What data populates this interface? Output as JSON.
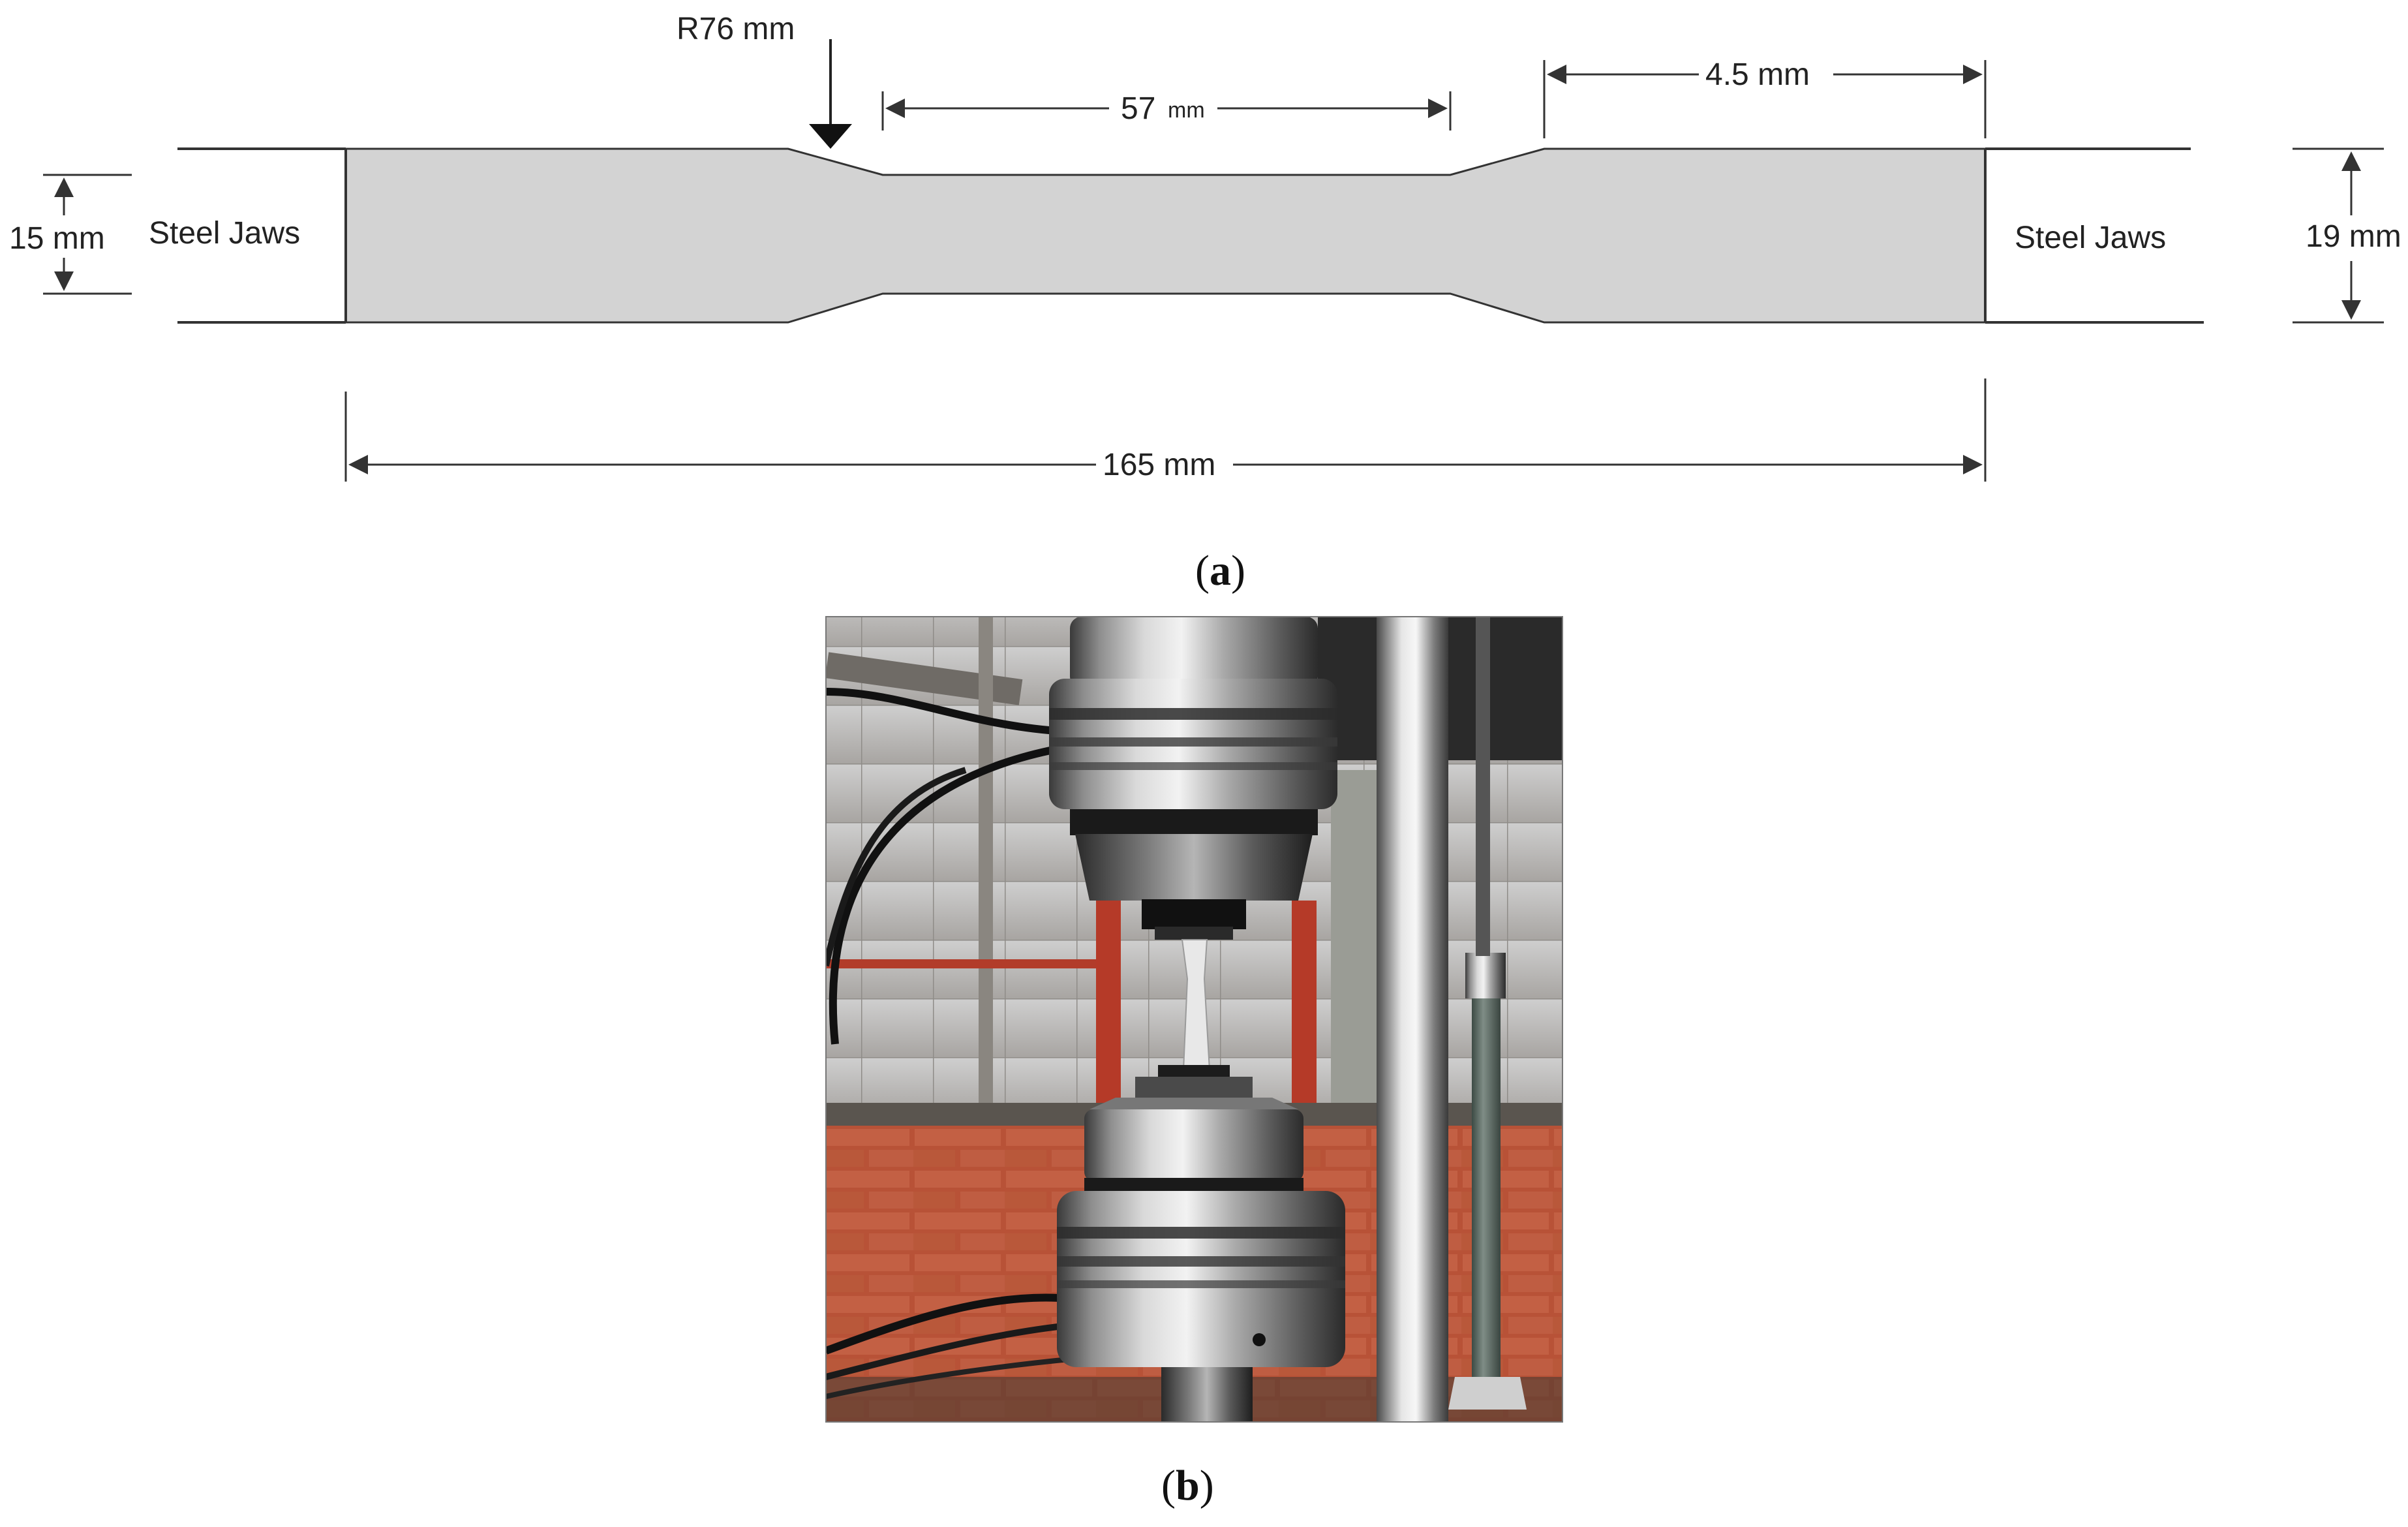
{
  "diagram": {
    "radius_label": "R76 mm",
    "gauge_length": {
      "value": "57",
      "unit": "mm"
    },
    "shoulder_length": "4.5 mm",
    "grip_width": "15 mm",
    "overall_width": "19 mm",
    "overall_length": "165 mm",
    "left_jaw_label": "Steel Jaws",
    "right_jaw_label": "Steel Jaws",
    "specimen_fill": "#d3d3d3"
  },
  "panels": {
    "a": {
      "open": "(",
      "letter": "a",
      "close": ")"
    },
    "b": {
      "open": "(",
      "letter": "b",
      "close": ")"
    }
  }
}
